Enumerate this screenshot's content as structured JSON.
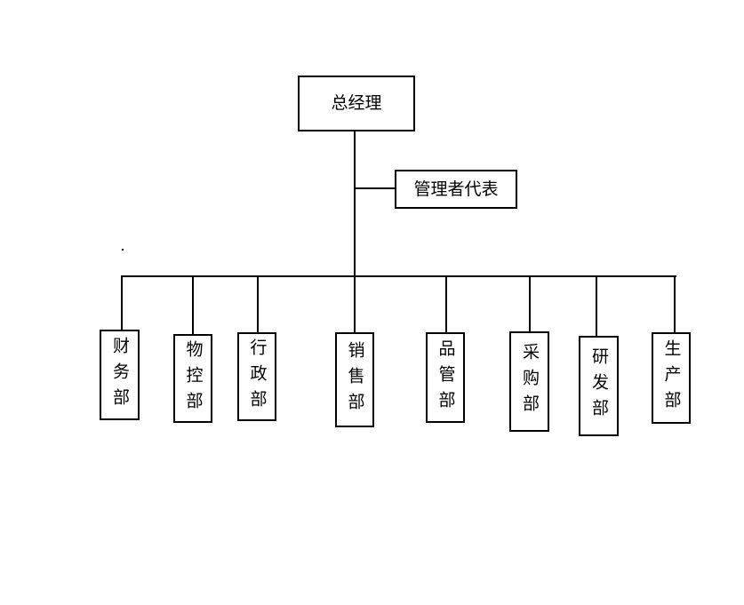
{
  "root": {
    "label": "总经理"
  },
  "assistant": {
    "label": "管理者代表"
  },
  "departments": [
    {
      "label": "财务部"
    },
    {
      "label": "物控部"
    },
    {
      "label": "行政部"
    },
    {
      "label": "销售部"
    },
    {
      "label": "品管部"
    },
    {
      "label": "采购部"
    },
    {
      "label": "研发部"
    },
    {
      "label": "生产部"
    }
  ]
}
